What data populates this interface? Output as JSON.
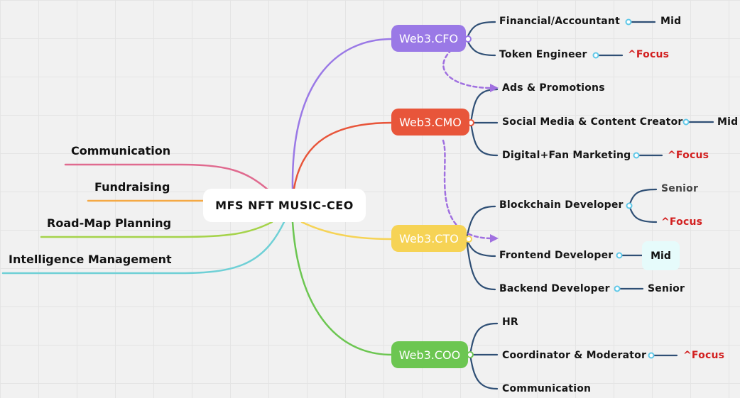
{
  "root": {
    "label": "MFS NFT MUSIC-CEO"
  },
  "left_topics": [
    "Communication",
    "Fundraising",
    "Road-Map Planning",
    "Intelligence Management"
  ],
  "colors": {
    "cfo": "#9a79e6",
    "cmo": "#e8553a",
    "cto": "#f6d355",
    "coo": "#6cc651",
    "communication": "#e06a8f",
    "fundraising": "#f5a944",
    "roadmap": "#a5d34a",
    "intelligence": "#6fd0d6",
    "branch": "#2f4f75",
    "dashed": "#a070e0",
    "focus": "#d21f1f"
  },
  "branches": [
    {
      "key": "cfo",
      "label": "Web3.CFO",
      "children": [
        {
          "label": "Financial/Accountant",
          "tag": "Mid"
        },
        {
          "label": "Token Engineer",
          "tag": "^Focus"
        }
      ]
    },
    {
      "key": "cmo",
      "label": "Web3.CMO",
      "children": [
        {
          "label": "Ads & Promotions"
        },
        {
          "label": "Social Media & Content Creator",
          "tag": "Mid"
        },
        {
          "label": "Digital+Fan Marketing",
          "tag": "^Focus"
        }
      ]
    },
    {
      "key": "cto",
      "label": "Web3.CTO",
      "children": [
        {
          "label": "Blockchain Developer",
          "tags": [
            "Senior",
            "^Focus"
          ]
        },
        {
          "label": "Frontend Developer",
          "tag": "Mid"
        },
        {
          "label": "Backend Developer",
          "tag": "Senior"
        }
      ]
    },
    {
      "key": "coo",
      "label": "Web3.COO",
      "children": [
        {
          "label": "HR"
        },
        {
          "label": "Coordinator & Moderator",
          "tag": "^Focus"
        },
        {
          "label": "Communication"
        }
      ]
    }
  ]
}
